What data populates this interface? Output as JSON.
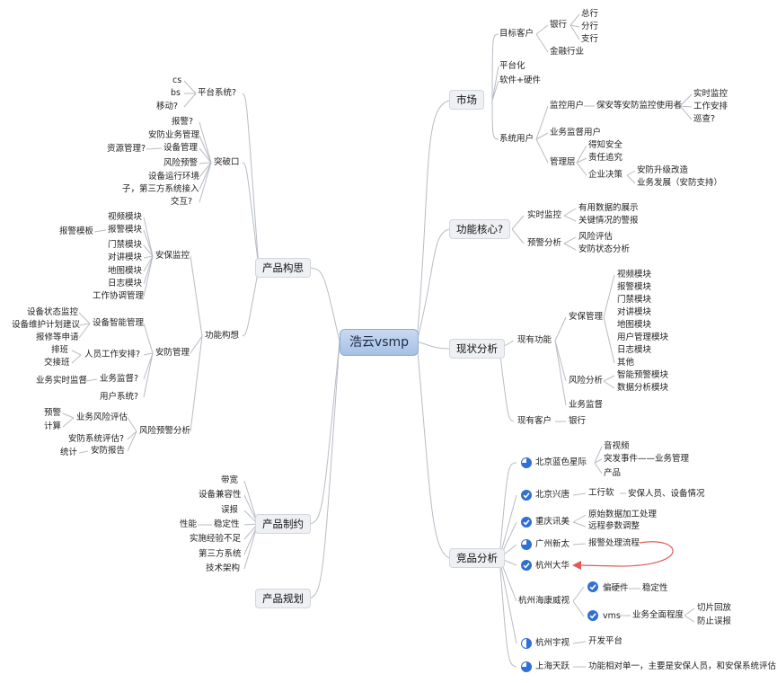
{
  "root": "浩云vsmp",
  "branches": {
    "market": {
      "label": "市场",
      "target_customers": {
        "label": "目标客户",
        "bank": {
          "label": "银行",
          "items": [
            "总行",
            "分行",
            "支行"
          ]
        },
        "finance": "金融行业"
      },
      "platform": "平台化",
      "software_hardware": "软件+硬件",
      "system_users": {
        "label": "系统用户",
        "monitor_users": {
          "label": "监控用户",
          "security_users": {
            "label": "保安等安防监控使用者",
            "items": [
              "实时监控",
              "工作安排",
              "巡查?"
            ]
          }
        },
        "business_monitor_users": "业务监督用户",
        "management": {
          "label": "管理层",
          "items": [
            "得知安全",
            "责任追究"
          ],
          "decision": {
            "label": "企业决策",
            "items": [
              "安防升级改造",
              "业务发展（安防支持）"
            ]
          }
        }
      }
    },
    "core": {
      "label": "功能核心?",
      "realtime": {
        "label": "实时监控",
        "items": [
          "有用数据的展示",
          "关键情况的警报"
        ]
      },
      "warning": {
        "label": "预警分析",
        "items": [
          "风险评估",
          "安防状态分析"
        ]
      }
    },
    "status": {
      "label": "现状分析",
      "functions": {
        "label": "现有功能",
        "security_mgmt": {
          "label": "安保管理",
          "items": [
            "视频模块",
            "报警模块",
            "门禁模块",
            "对讲模块",
            "地图模块",
            "用户管理模块",
            "日志模块",
            "其他"
          ]
        },
        "risk": {
          "label": "风险分析",
          "items": [
            "智能预警模块",
            "数据分析模块"
          ]
        },
        "supervision": "业务监督"
      },
      "customers": {
        "label": "现有客户",
        "items": [
          "银行"
        ]
      }
    },
    "competitors": {
      "label": "竞品分析",
      "beijing_blue": {
        "label": "北京蓝色星际",
        "items": [
          "音视频",
          "突发事件——业务管理",
          "产品"
        ]
      },
      "beijing_xingtang": {
        "label": "北京兴唐",
        "sub": "工行软",
        "detail": "安保人员、设备情况"
      },
      "chongqing": {
        "label": "重庆讯美",
        "items": [
          "原始数据加工处理",
          "远程参数调整"
        ]
      },
      "guangzhou": {
        "label": "广州新太",
        "items": [
          "报警处理流程"
        ]
      },
      "hangzhou_dahua": {
        "label": "杭州大华"
      },
      "hikvision": {
        "label": "杭州海康威视",
        "hardware": {
          "label": "偏硬件",
          "items": [
            "稳定性"
          ]
        },
        "vms": {
          "label": "vms",
          "sub": "业务全面程度",
          "items": [
            "切片回放",
            "防止误报"
          ]
        }
      },
      "hangzhou_yushi": {
        "label": "杭州宇视",
        "items": [
          "开发平台"
        ]
      },
      "shanghai_tianyue": {
        "label": "上海天跃",
        "items": [
          "功能相对单一，主要是安保人员，和安保系统评估"
        ]
      }
    },
    "concept": {
      "label": "产品构思",
      "platform": {
        "label": "平台系统?",
        "items": [
          "cs",
          "bs",
          "移动?"
        ]
      },
      "breakthrough": {
        "label": "突破口",
        "items": [
          "报警?",
          "安防业务管理",
          "设备管理",
          "风险预警",
          "设备运行环境",
          "子，第三方系统接入",
          "交互?"
        ],
        "resource": "资源管理?"
      },
      "features": {
        "label": "功能构想",
        "security": {
          "label": "安保监控",
          "items": [
            "视频模块",
            "报警模块",
            "门禁模块",
            "对讲模块",
            "地图模块",
            "日志模块",
            "工作协调管理"
          ],
          "template": "报警模板"
        },
        "safety_mgmt": {
          "label": "安防管理",
          "smart_device": {
            "label": "设备智能管理",
            "items": [
              "设备状态监控",
              "设备维护计划建议",
              "报修等申请"
            ]
          },
          "staff": {
            "label": "人员工作安排?",
            "items": [
              "排班",
              "交接班"
            ]
          },
          "supervise": {
            "label": "业务监督?",
            "items": [
              "业务实时监督"
            ]
          },
          "user_system": "用户系统?"
        },
        "risk_warning": {
          "label": "风险预警分析",
          "risk_eval": {
            "label": "业务风险评估",
            "items": [
              "预警",
              "计算"
            ]
          },
          "sys_eval": "安防系统评估?",
          "report": {
            "label": "安防报告",
            "items": [
              "统计"
            ]
          }
        }
      }
    },
    "constraints": {
      "label": "产品制约",
      "items": [
        "带宽",
        "设备兼容性",
        "误报",
        "稳定性",
        "实施经验不足",
        "第三方系统",
        "技术架构"
      ],
      "performance": "性能"
    },
    "planning": {
      "label": "产品规划"
    }
  },
  "colors": {
    "line": "#b8bcc4",
    "accent_blue": "#2f6fd6",
    "arrow_red": "#e05a5a"
  }
}
